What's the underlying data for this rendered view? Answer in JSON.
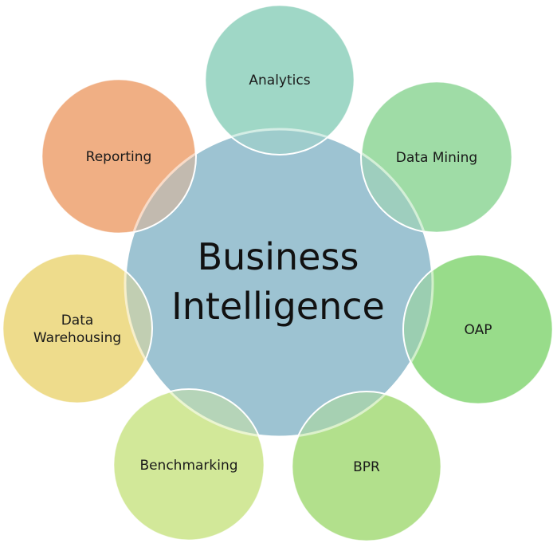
{
  "diagram": {
    "center": {
      "line1": "Business",
      "line2": "Intelligence",
      "color": "#9dc3d2"
    },
    "satellites": [
      {
        "label_lines": [
          "Analytics"
        ],
        "color": "#9fd8c6"
      },
      {
        "label_lines": [
          "Data Mining"
        ],
        "color": "#9fdca6"
      },
      {
        "label_lines": [
          "OAP"
        ],
        "color": "#98dc8a"
      },
      {
        "label_lines": [
          "BPR"
        ],
        "color": "#b2e08c"
      },
      {
        "label_lines": [
          "Benchmarking"
        ],
        "color": "#d2e89a"
      },
      {
        "label_lines": [
          "Data",
          "Warehousing"
        ],
        "color": "#eedc8c"
      },
      {
        "label_lines": [
          "Reporting"
        ],
        "color": "#f0b084"
      }
    ]
  }
}
